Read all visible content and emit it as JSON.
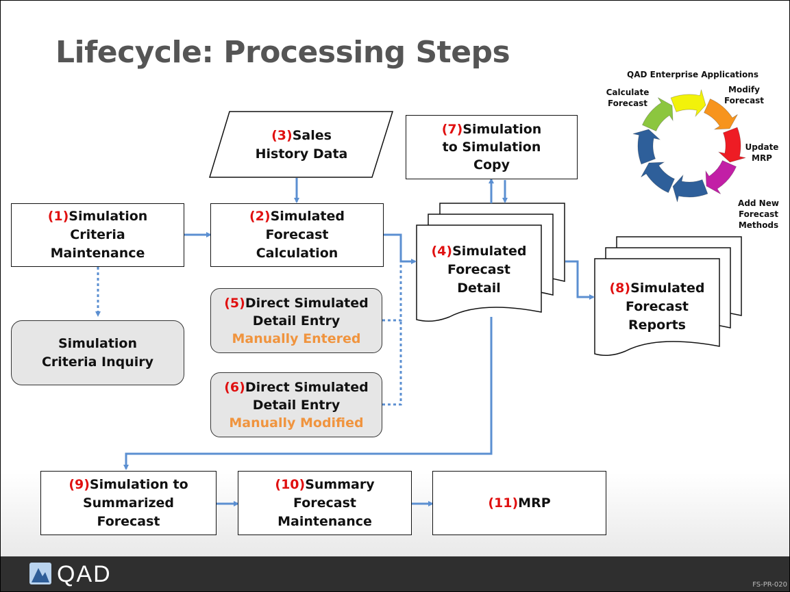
{
  "title": "Lifecycle: Processing Steps",
  "steps": {
    "s1": {
      "num": "(1)",
      "line1": "Simulation",
      "line2": "Criteria",
      "line3": "Maintenance"
    },
    "s2": {
      "num": "(2)",
      "line1": "Simulated",
      "line2": "Forecast",
      "line3": "Calculation"
    },
    "s3": {
      "num": "(3)",
      "line1": "Sales",
      "line2": "History Data"
    },
    "s4": {
      "num": "(4)",
      "line1": "Simulated",
      "line2": "Forecast",
      "line3": "Detail"
    },
    "s5": {
      "num": "(5)",
      "line1": "Direct Simulated",
      "line2": "Detail Entry",
      "note": "Manually Entered"
    },
    "s6": {
      "num": "(6)",
      "line1": "Direct Simulated",
      "line2": "Detail Entry",
      "note": "Manually Modified"
    },
    "s7": {
      "num": "(7)",
      "line1": "Simulation",
      "line2": "to Simulation",
      "line3": "Copy"
    },
    "s8": {
      "num": "(8)",
      "line1": "Simulated",
      "line2": "Forecast",
      "line3": "Reports"
    },
    "s9": {
      "num": "(9)",
      "line1": "Simulation to",
      "line2": "Summarized",
      "line3": "Forecast"
    },
    "s10": {
      "num": "(10)",
      "line1": "Summary",
      "line2": "Forecast",
      "line3": "Maintenance"
    },
    "s11": {
      "num": "(11)",
      "line1": "MRP"
    },
    "inquiry": {
      "line1": "Simulation",
      "line2": "Criteria Inquiry"
    }
  },
  "cycle": {
    "heading": "QAD Enterprise Applications",
    "calculate": [
      "Calculate",
      "Forecast"
    ],
    "modify": [
      "Modify",
      "Forecast"
    ],
    "update": [
      "Update",
      "MRP"
    ],
    "add": [
      "Add New",
      "Forecast",
      "Methods"
    ],
    "colors": [
      "#8cc63f",
      "#f2f20a",
      "#f7941d",
      "#ee1c24",
      "#c21fa6",
      "#2e5f9a",
      "#2e5f9a",
      "#2e5f9a"
    ]
  },
  "colors": {
    "connector": "#5b8fd1",
    "number_red": "#e01010",
    "note_orange": "#f0943e",
    "footer": "#2f2f2f"
  },
  "footer": {
    "logo": "QAD",
    "code": "FS-PR-020"
  }
}
